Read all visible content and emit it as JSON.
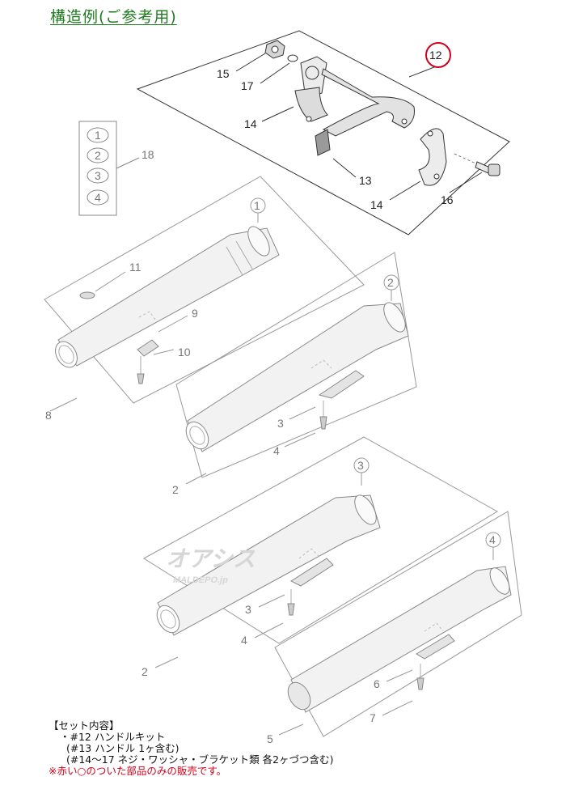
{
  "title": "構造例(ご参考用)",
  "callouts": {
    "c1": "1",
    "c2": "2",
    "c3": "3",
    "c4": "4",
    "c5": "5",
    "c6": "6",
    "c7": "7",
    "c8": "8",
    "c9": "9",
    "c10": "10",
    "c11": "11",
    "c12": "12",
    "c13": "13",
    "c14": "14",
    "c15": "15",
    "c16": "16",
    "c17": "17",
    "c18": "18"
  },
  "watermark": {
    "logo": "オアシス",
    "url": "MALDEPO.jp"
  },
  "set_contents": {
    "heading": "【セット内容】",
    "line1": "・#12 ハンドルキット",
    "line2": "(#13 ハンドル 1ヶ含む)",
    "line3": "(#14〜17 ネジ・ワッシャ・ブラケット類 各2ヶづつ含む)",
    "note": "※赤い○のついた部品のみの販売です。"
  },
  "colors": {
    "title": "#1f7a1f",
    "highlight_circle": "#d0021b",
    "note": "#d0021b"
  }
}
